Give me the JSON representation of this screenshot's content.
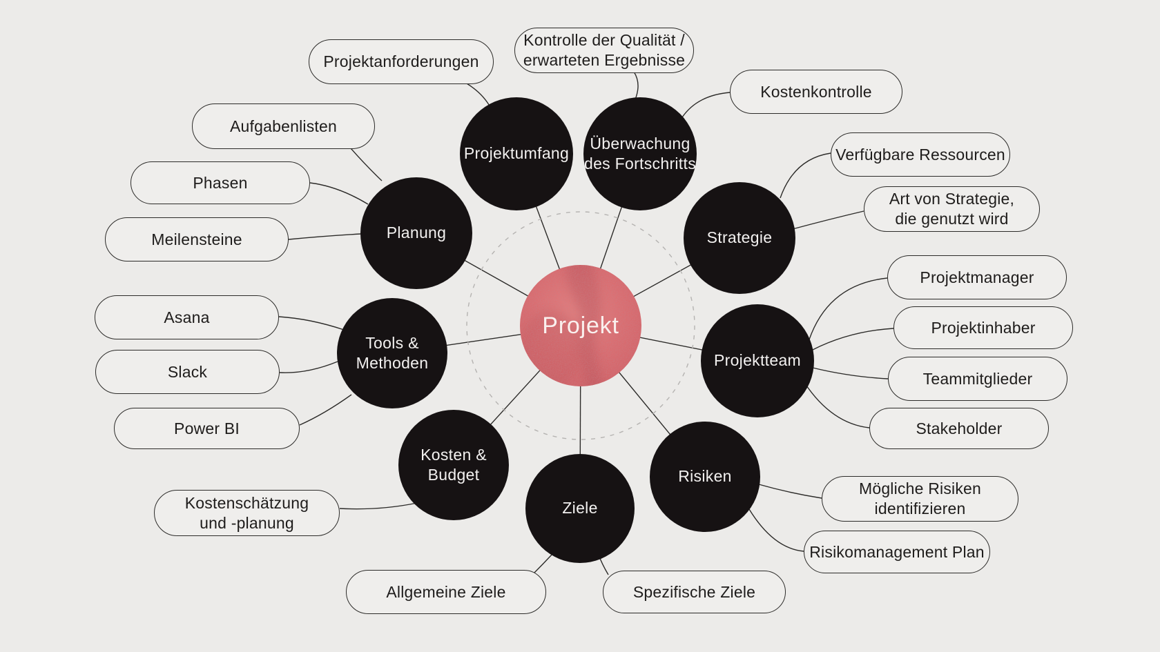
{
  "center": {
    "label": "Projekt"
  },
  "topics": {
    "planung": {
      "label": "Planung"
    },
    "projektumfang": {
      "label": "Projektumfang"
    },
    "ueberwachung": {
      "label": "Überwachung\ndes Fortschritts"
    },
    "strategie": {
      "label": "Strategie"
    },
    "projektteam": {
      "label": "Projektteam"
    },
    "risiken": {
      "label": "Risiken"
    },
    "ziele": {
      "label": "Ziele"
    },
    "kosten": {
      "label": "Kosten &\nBudget"
    },
    "tools": {
      "label": "Tools &\nMethoden"
    }
  },
  "subtopics": {
    "projektanforderungen": {
      "label": "Projektanforderungen"
    },
    "kontrolle": {
      "label": "Kontrolle der Qualität /\nerwarteten Ergebnisse"
    },
    "kostenkontrolle": {
      "label": "Kostenkontrolle"
    },
    "verfuegbare": {
      "label": "Verfügbare Ressourcen"
    },
    "art_von_strategie": {
      "label": "Art von Strategie,\ndie genutzt wird"
    },
    "projektmanager": {
      "label": "Projektmanager"
    },
    "projektinhaber": {
      "label": "Projektinhaber"
    },
    "teammitglieder": {
      "label": "Teammitglieder"
    },
    "stakeholder": {
      "label": "Stakeholder"
    },
    "moegliche_risiken": {
      "label": "Mögliche Risiken\nidentifizieren"
    },
    "risikomanagement": {
      "label": "Risikomanagement Plan"
    },
    "spezifische_ziele": {
      "label": "Spezifische Ziele"
    },
    "allgemeine_ziele": {
      "label": "Allgemeine Ziele"
    },
    "kostenschaetzung": {
      "label": "Kostenschätzung\nund -planung"
    },
    "power_bi": {
      "label": "Power BI"
    },
    "slack": {
      "label": "Slack"
    },
    "asana": {
      "label": "Asana"
    },
    "meilensteine": {
      "label": "Meilensteine"
    },
    "phasen": {
      "label": "Phasen"
    },
    "aufgabenlisten": {
      "label": "Aufgabenlisten"
    }
  },
  "colors": {
    "background": "#ECEBE9",
    "topic_fill": "#161213",
    "topic_text": "#F3F1F0",
    "center_fill": "#DD686C",
    "center_texture": "#B84E55",
    "center_text": "#FAF0EE",
    "pill_fill": "#EFEEEC",
    "pill_border": "#2B2A28",
    "connector": "#2B2A28",
    "dashed_ring": "#B5B3B1"
  }
}
